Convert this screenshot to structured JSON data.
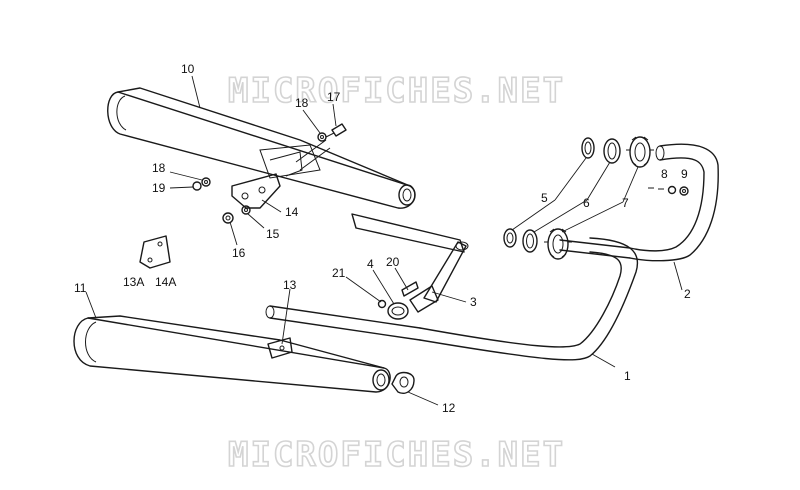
{
  "watermarks": [
    "MICROFICHES.NET",
    "MICROFICHES.NET"
  ],
  "callouts": [
    "1",
    "2",
    "3",
    "4",
    "5",
    "6",
    "7",
    "8",
    "9",
    "10",
    "11",
    "12",
    "13",
    "13A",
    "14",
    "14A",
    "15",
    "16",
    "17",
    "18",
    "18",
    "19",
    "20",
    "21"
  ],
  "colors": {
    "line": "#1a1a1a",
    "watermark": "#d4d4d4",
    "background": "#ffffff"
  }
}
